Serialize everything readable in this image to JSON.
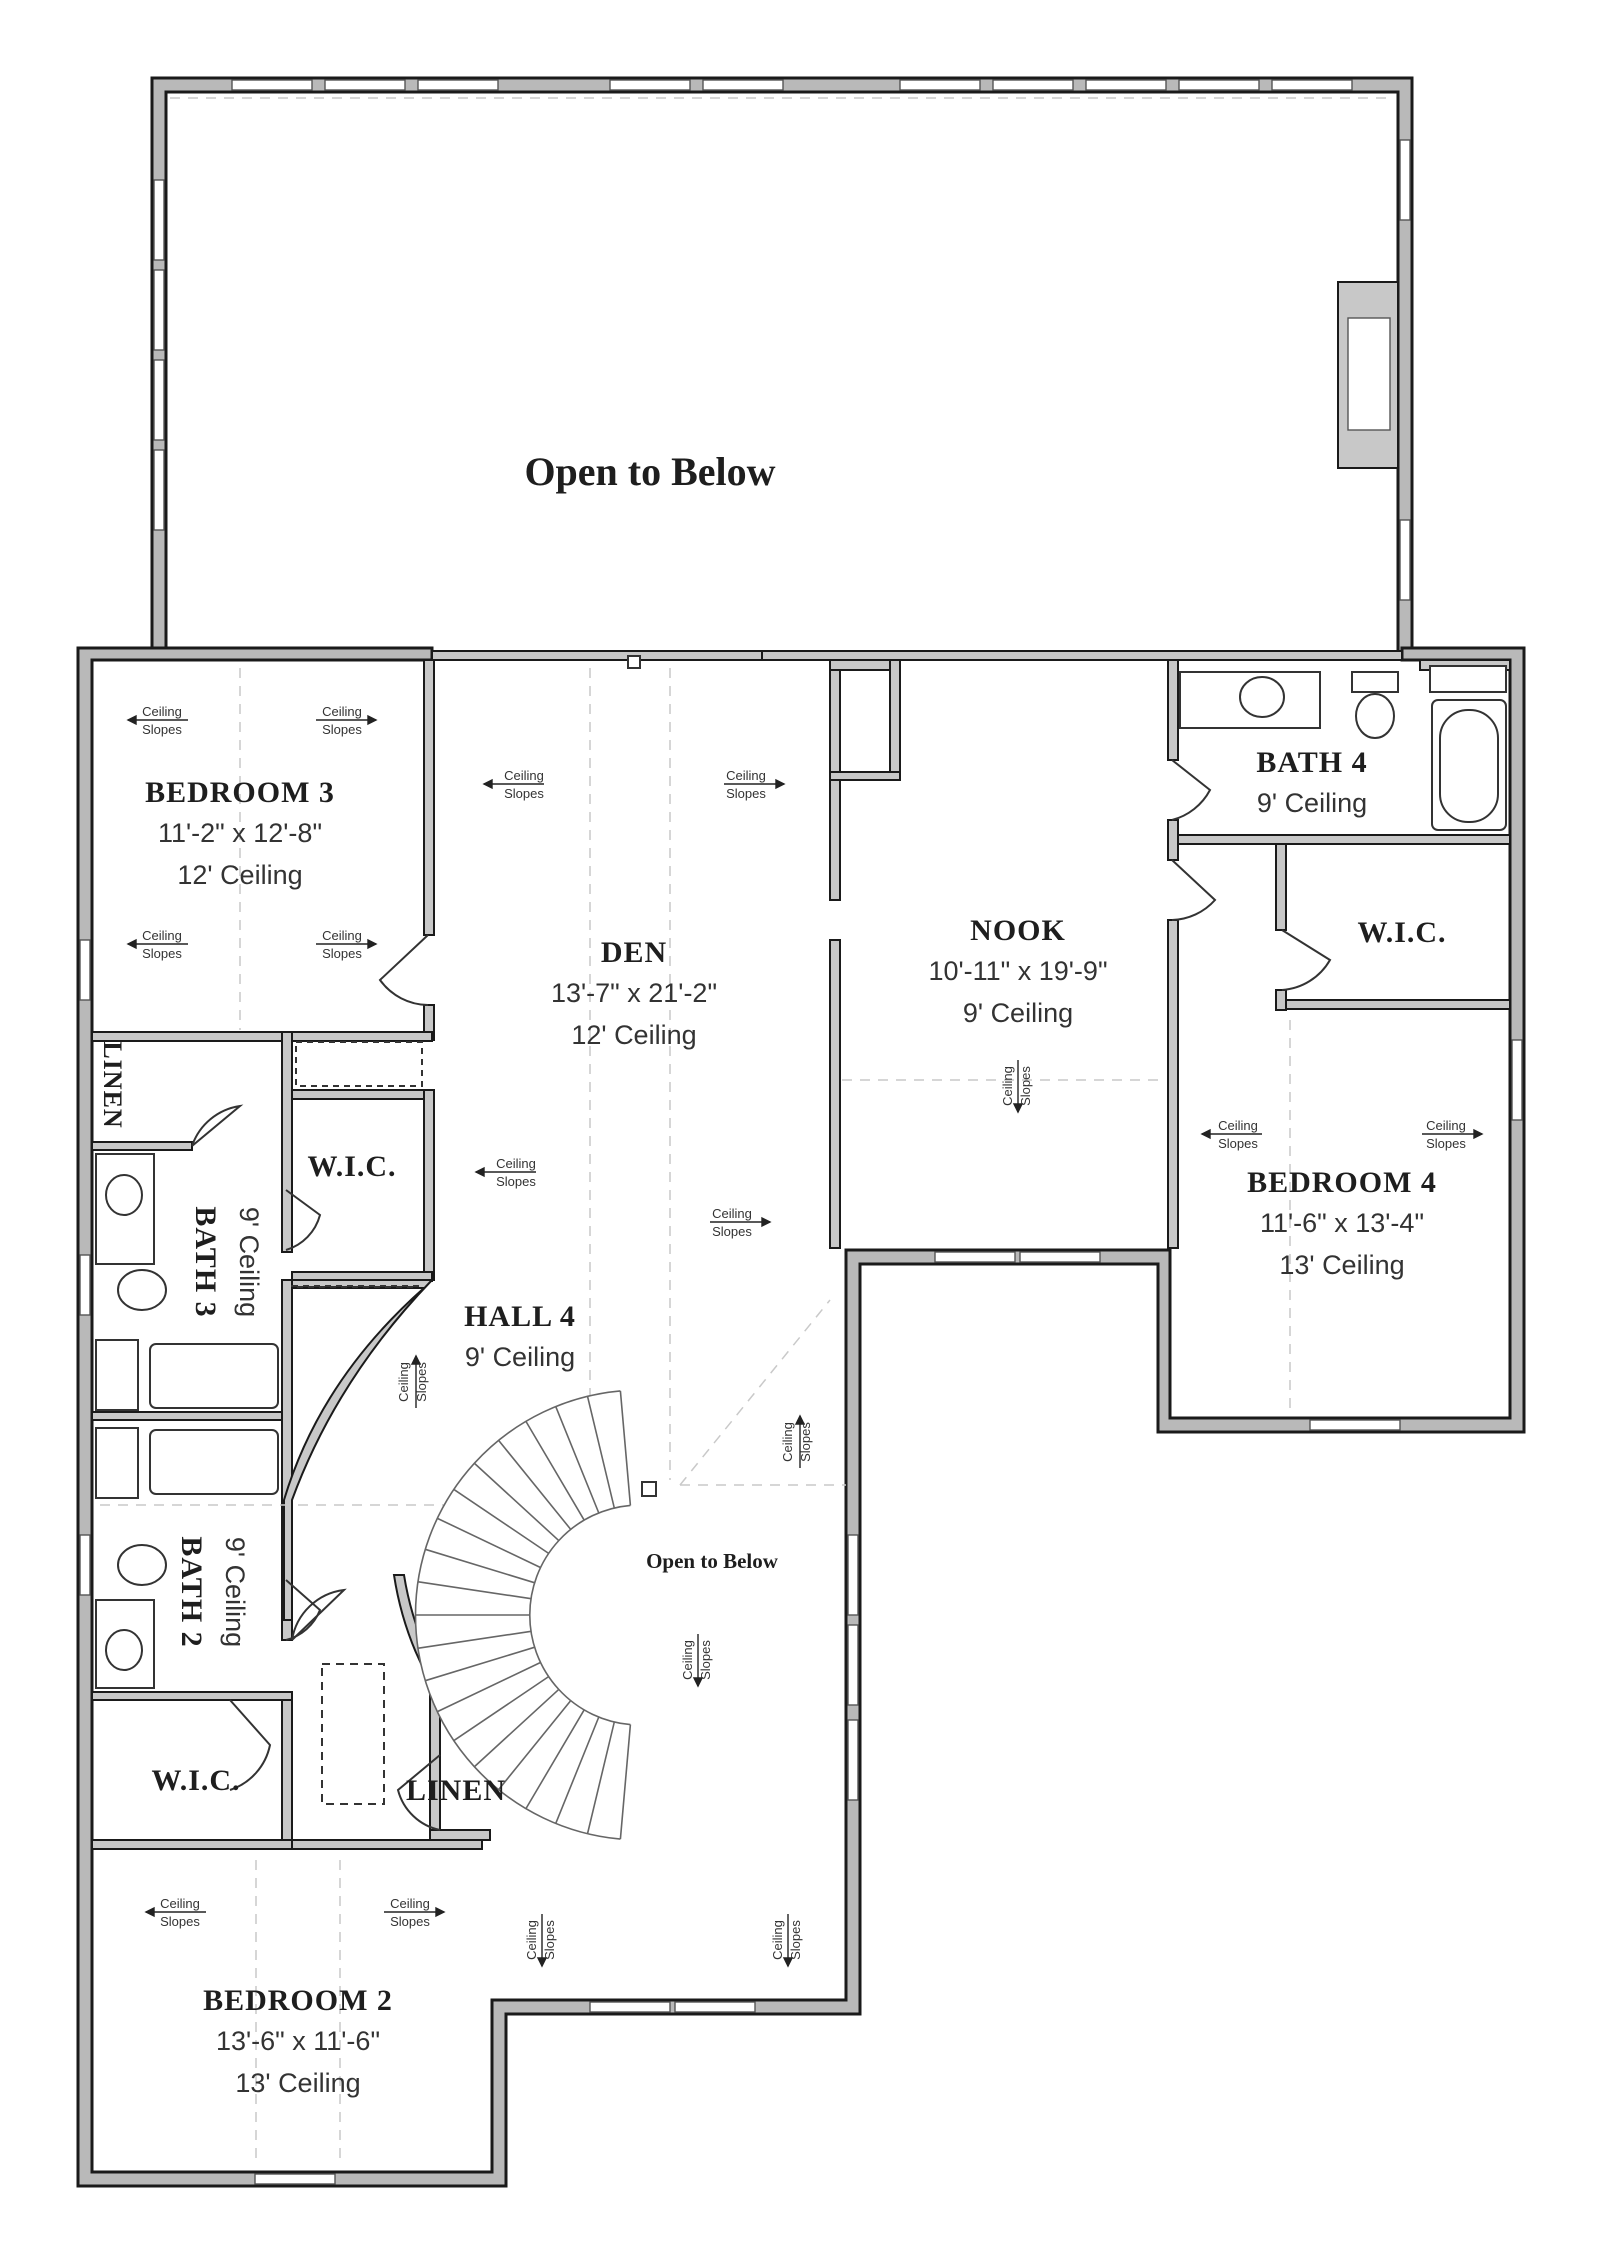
{
  "plan": {
    "open_to_below_main": "Open to Below",
    "open_to_below_stair": "Open to Below",
    "ceiling_slopes_line1": "Ceiling",
    "ceiling_slopes_line2": "Slopes",
    "rooms": {
      "bedroom3": {
        "name": "BEDROOM 3",
        "dims": "11'-2\" x 12'-8\"",
        "ceiling": "12' Ceiling"
      },
      "den": {
        "name": "DEN",
        "dims": "13'-7\" x 21'-2\"",
        "ceiling": "12' Ceiling"
      },
      "nook": {
        "name": "NOOK",
        "dims": "10'-11\" x 19'-9\"",
        "ceiling": "9' Ceiling"
      },
      "bath4": {
        "name": "BATH 4",
        "ceiling": "9' Ceiling"
      },
      "wic_right": {
        "name": "W.I.C."
      },
      "bedroom4": {
        "name": "BEDROOM 4",
        "dims": "11'-6\" x 13'-4\"",
        "ceiling": "13' Ceiling"
      },
      "linen_top": {
        "name": "LINEN"
      },
      "wic_mid": {
        "name": "W.I.C."
      },
      "bath3": {
        "name": "BATH 3",
        "ceiling": "9' Ceiling"
      },
      "hall4": {
        "name": "HALL 4",
        "ceiling": "9' Ceiling"
      },
      "bath2": {
        "name": "BATH 2",
        "ceiling": "9' Ceiling"
      },
      "wic_bottom": {
        "name": "W.I.C."
      },
      "linen_bottom": {
        "name": "LINEN"
      },
      "bedroom2": {
        "name": "BEDROOM 2",
        "dims": "13'-6\" x 11'-6\"",
        "ceiling": "13' Ceiling"
      }
    },
    "colors": {
      "wall_fill": "#b9b9b9",
      "wall_stroke": "#1a1a1a",
      "text": "#1e1e1e"
    }
  }
}
